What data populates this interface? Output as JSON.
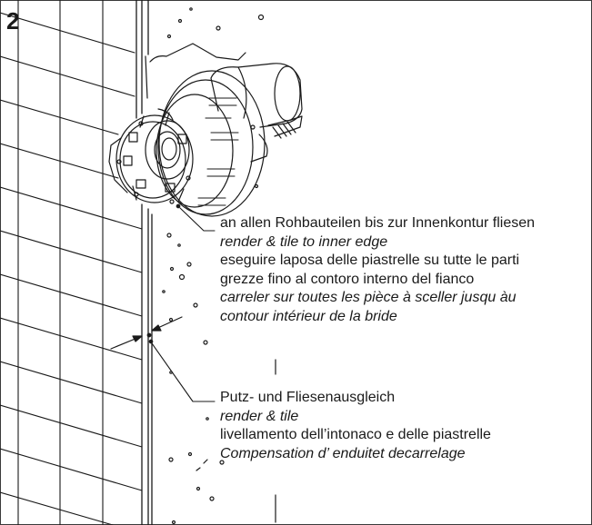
{
  "figure": {
    "step_number": "2",
    "callouts": [
      {
        "lines": [
          {
            "text": "an allen Rohbauteilen bis zur Innenkontur fliesen",
            "italic": false
          },
          {
            "text": "render & tile to inner edge",
            "italic": true
          },
          {
            "text": "eseguire laposa delle piastrelle su tutte le parti",
            "italic": false
          },
          {
            "text": "grezze fino al contoro interno del fianco",
            "italic": false
          },
          {
            "text": "carreler sur toutes les pièce à sceller jusqu àu",
            "italic": true
          },
          {
            "text": "contour intérieur de la bride",
            "italic": true
          }
        ]
      },
      {
        "lines": [
          {
            "text": "Putz- und Fliesenausgleich",
            "italic": false
          },
          {
            "text": "render & tile",
            "italic": true
          },
          {
            "text": "livellamento dell’intonaco e delle piastrelle",
            "italic": false
          },
          {
            "text": "Compensation d’ enduitet decarrelage",
            "italic": true
          }
        ]
      }
    ]
  },
  "colors": {
    "line": "#1a1a1a",
    "background": "#ffffff"
  }
}
